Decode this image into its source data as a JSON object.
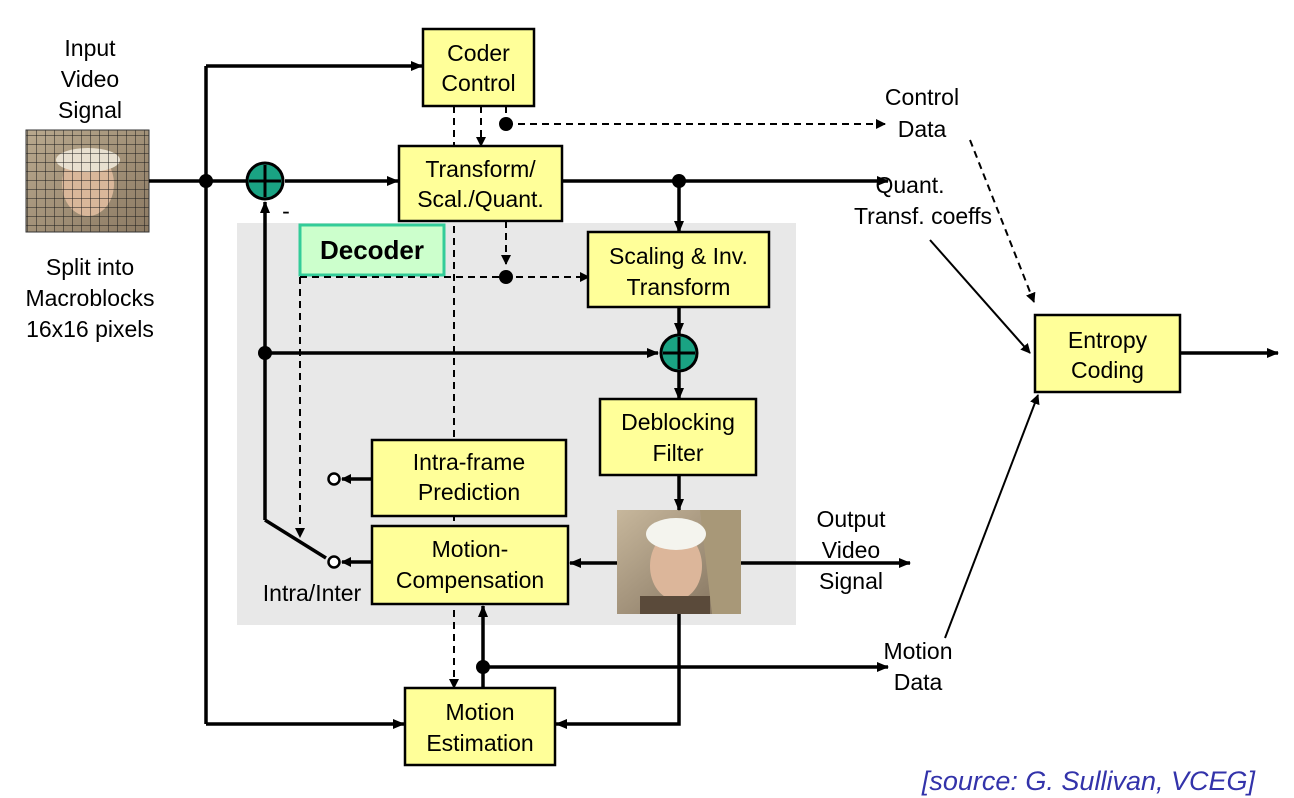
{
  "blocks": {
    "coder_control": [
      "Coder",
      "Control"
    ],
    "transform": [
      "Transform/",
      "Scal./Quant."
    ],
    "scaling_inv": [
      "Scaling & Inv.",
      "Transform"
    ],
    "deblocking": [
      "Deblocking",
      "Filter"
    ],
    "intra_prediction": [
      "Intra-frame",
      "Prediction"
    ],
    "motion_compensation": [
      "Motion-",
      "Compensation"
    ],
    "motion_estimation": [
      "Motion",
      "Estimation"
    ],
    "entropy_coding": [
      "Entropy",
      "Coding"
    ]
  },
  "decoder_label": "Decoder",
  "labels": {
    "input_video": [
      "Input",
      "Video",
      "Signal"
    ],
    "split": [
      "Split into",
      "Macroblocks",
      "16x16 pixels"
    ],
    "control_data": [
      "Control",
      "Data"
    ],
    "quant_coeffs": [
      "Quant.",
      "Transf. coeffs"
    ],
    "output_video": [
      "Output",
      "Video",
      "Signal"
    ],
    "motion_data": [
      "Motion",
      "Data"
    ],
    "intra_inter": "Intra/Inter",
    "minus": "-"
  },
  "source": "[source: G. Sullivan, VCEG]",
  "colors": {
    "block_fill": "#ffff99",
    "adder_fill": "#1aa383",
    "decoder_region": "#e8e8e8",
    "decoder_tag_fill": "#ccffcc",
    "decoder_tag_border": "#33cc99",
    "source_text": "#3333aa"
  }
}
